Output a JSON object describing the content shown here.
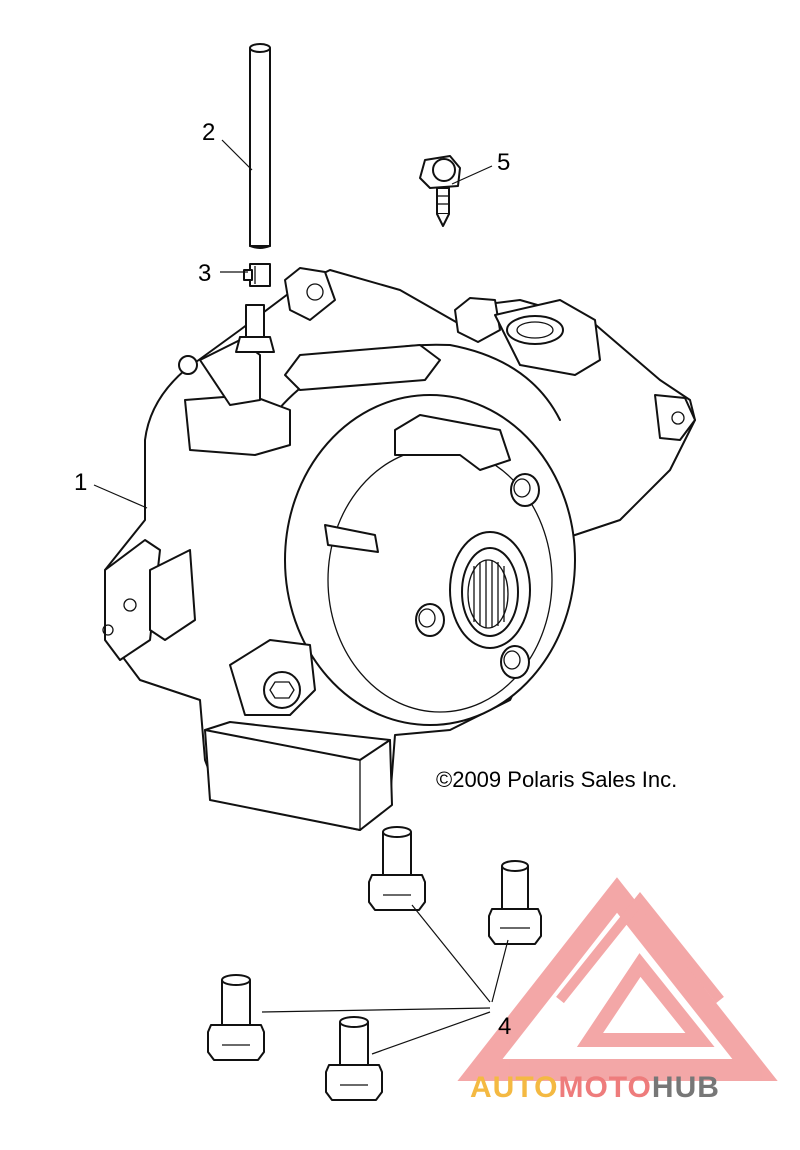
{
  "diagram": {
    "callouts": [
      {
        "id": "1",
        "label": "1"
      },
      {
        "id": "2",
        "label": "2"
      },
      {
        "id": "3",
        "label": "3"
      },
      {
        "id": "4",
        "label": "4"
      },
      {
        "id": "5",
        "label": "5"
      }
    ],
    "copyright": "©2009 Polaris Sales Inc."
  },
  "watermark": {
    "part1": "AUTO",
    "part2": "MOTO",
    "part3": "HUB",
    "colors": {
      "auto": "#F4B942",
      "moto": "#EE7C7C",
      "hub": "#777777",
      "logo": "#F08A8A"
    }
  }
}
